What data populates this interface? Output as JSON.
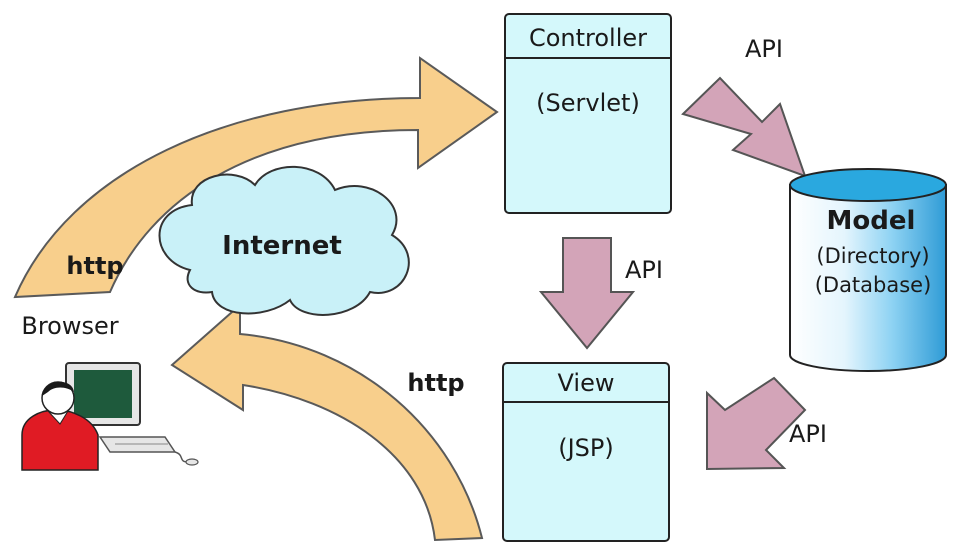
{
  "controller": {
    "title": "Controller",
    "subtitle": "(Servlet)"
  },
  "view": {
    "title": "View",
    "subtitle": "(JSP)"
  },
  "model": {
    "title": "Model",
    "line1": "(Directory)",
    "line2": "(Database)"
  },
  "internet": {
    "label": "Internet"
  },
  "browser": {
    "label": "Browser"
  },
  "arrows": {
    "http_request": "http",
    "http_response": "http",
    "api_controller_model": "API",
    "api_controller_view": "API",
    "api_model_view": "API"
  },
  "colors": {
    "box_fill": "#d4f8fb",
    "http_arrow": "#f8cf8c",
    "api_arrow": "#d3a4b8",
    "cloud": "#c9f1f8",
    "cylinder_top": "#2aa8df",
    "person_shirt": "#e01b24",
    "monitor_screen": "#1e5a3c"
  }
}
